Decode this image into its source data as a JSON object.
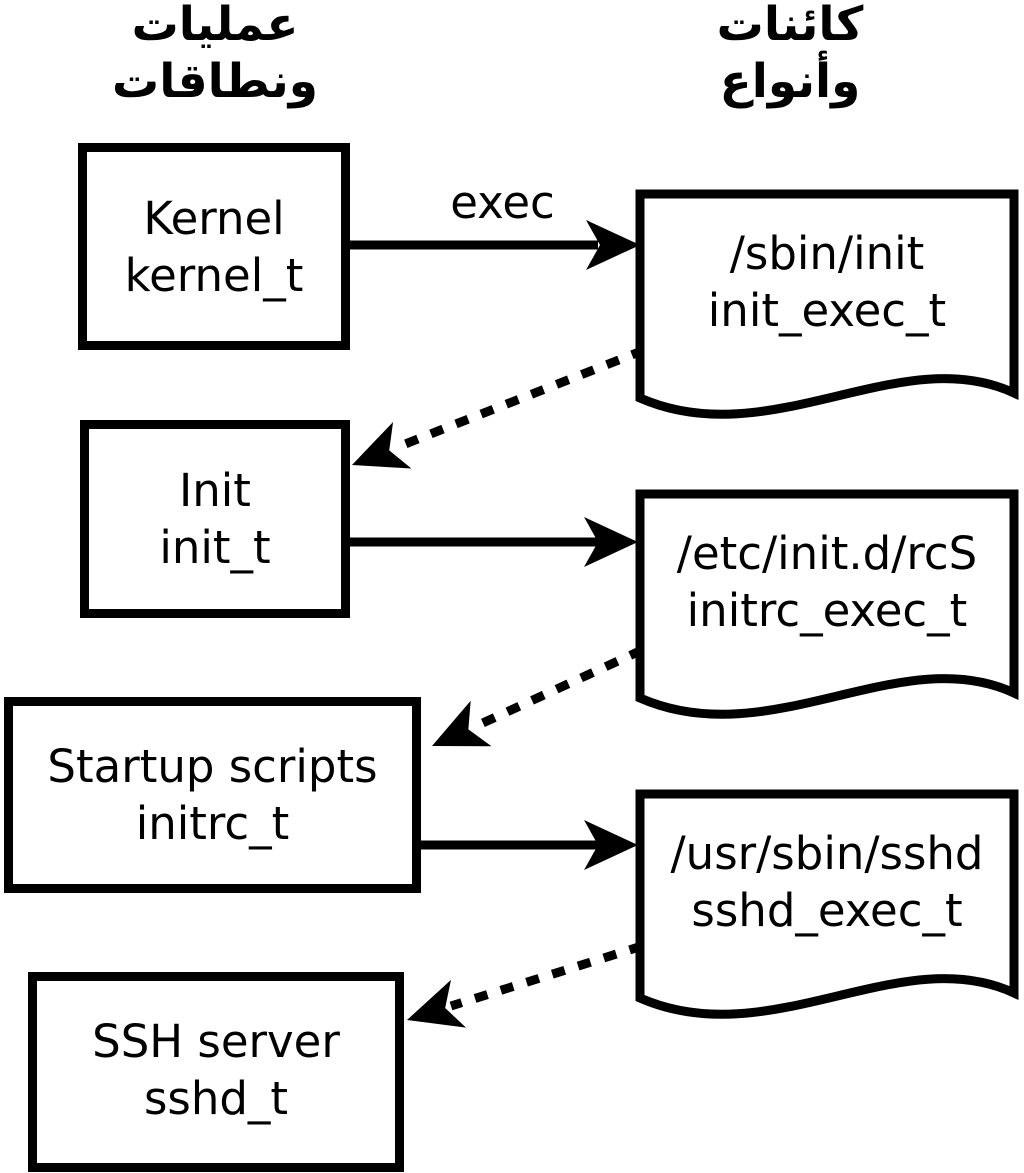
{
  "diagram": {
    "headers": {
      "left": {
        "line1": "عمليات",
        "line2": "ونطاقات"
      },
      "right": {
        "line1": "كائنات",
        "line2": "وأنواع"
      }
    },
    "processes": [
      {
        "label": "Kernel",
        "domain": "kernel_t"
      },
      {
        "label": "Init",
        "domain": "init_t"
      },
      {
        "label": "Startup scripts",
        "domain": "initrc_t"
      },
      {
        "label": "SSH server",
        "domain": "sshd_t"
      }
    ],
    "objects": [
      {
        "path": "/sbin/init",
        "type": "init_exec_t"
      },
      {
        "path": "/etc/init.d/rcS",
        "type": "initrc_exec_t"
      },
      {
        "path": "/usr/sbin/sshd",
        "type": "sshd_exec_t"
      }
    ],
    "labels": {
      "exec": "exec"
    },
    "colors": {
      "line": "#000000",
      "fill": "#ffffff"
    }
  }
}
